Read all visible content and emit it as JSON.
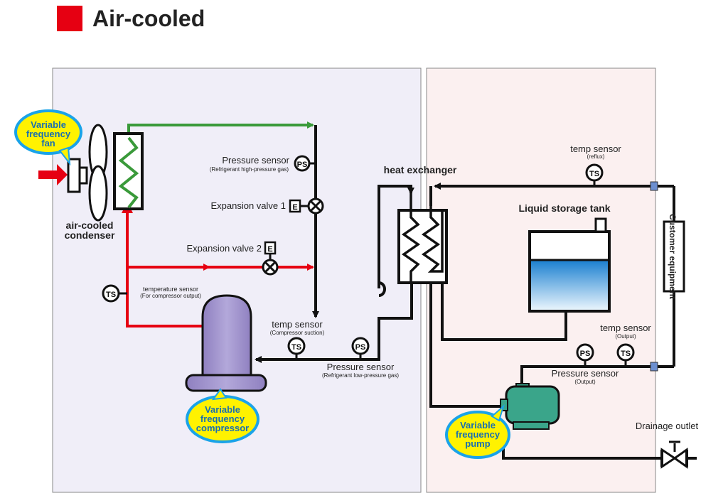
{
  "header": {
    "title": "Air-cooled",
    "accent_color": "#e60012"
  },
  "colors": {
    "left_panel": "#f0eef8",
    "right_panel": "#fbf0f0",
    "hot_line": "#e60012",
    "high_pressure_line": "#3a9a3a",
    "line": "#111111",
    "bubble_fill": "#fff200",
    "bubble_border": "#1aa3e8",
    "compressor": "#a99cd0",
    "pump": "#3aa58a",
    "water": "#2a8fd8"
  },
  "labels": {
    "variable_fan": [
      "Variable",
      "frequency",
      "fan"
    ],
    "condenser": [
      "air-cooled",
      "condenser"
    ],
    "ps_high": "Pressure sensor",
    "ps_high_sub": "(Refrigerant high-pressure gas)",
    "exp_valve_1": "Expansion valve 1",
    "exp_valve_2": "Expansion valve 2",
    "temp_sensor_comp": "temperature sensor",
    "temp_sensor_comp_sub": "(For compressor output)",
    "temp_suction": "temp sensor",
    "temp_suction_sub": "(Compressor suction)",
    "ps_low": "Pressure sensor",
    "ps_low_sub": "(Refrigerant low-pressure gas)",
    "variable_compressor": [
      "Variable",
      "frequency",
      "compressor"
    ],
    "heat_exchanger": "heat exchanger",
    "temp_reflux": "temp sensor",
    "temp_reflux_sub": "(reflux)",
    "tank": "Liquid storage tank",
    "customer": "Customer equipment",
    "temp_output": "temp sensor",
    "temp_output_sub": "(Output)",
    "ps_output": "Pressure sensor",
    "ps_output_sub": "(Output)",
    "variable_pump": [
      "Variable",
      "frequency",
      "pump"
    ],
    "drainage": "Drainage outlet",
    "sym_ps": "PS",
    "sym_ts": "TS",
    "sym_e": "E"
  }
}
